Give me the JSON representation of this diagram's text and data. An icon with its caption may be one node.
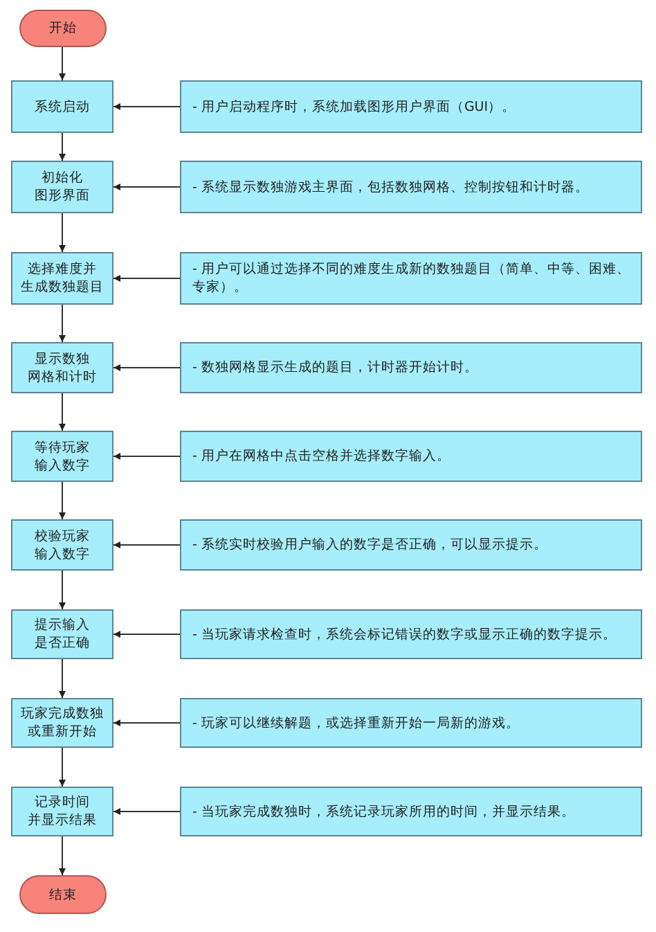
{
  "diagram": {
    "nodes": [
      {
        "text": [
          "开始"
        ]
      },
      {
        "text": [
          "系统启动"
        ]
      },
      {
        "text": [
          "- 用户启动程序时，系统加载图形用户界面（GUI）。"
        ]
      },
      {
        "text": [
          "初始化图形界面"
        ]
      },
      {
        "text": [
          "- 系统显示数独游戏主界面，包括数独网格、控制按钮和计时器。"
        ]
      },
      {
        "text": [
          "选择难度并生成数独题目"
        ]
      },
      {
        "text": [
          "- 用户可以通过选择不同的难度生成新的数独题目（简单、中等、困难、专家）。"
        ]
      },
      {
        "text": [
          "显示数独网格和计时"
        ]
      },
      {
        "text": [
          "- 数独网格显示生成的题目，计时器开始计时。"
        ]
      },
      {
        "text": [
          "等待玩家输入数字"
        ]
      },
      {
        "text": [
          "- 用户在网格中点击空格并选择数字输入。"
        ]
      },
      {
        "text": [
          "校验玩家输入数字"
        ]
      },
      {
        "text": [
          "- 系统实时校验用户输入的数字是否正确，可以显示提示。"
        ]
      },
      {
        "text": [
          "提示输入是否正确"
        ]
      },
      {
        "text": [
          "- 当玩家请求检查时，系统会标记错误的数字或显示正确的数字提示。"
        ]
      },
      {
        "text": [
          "玩家完成数独或重新开始"
        ]
      },
      {
        "text": [
          "- 玩家可以继续解题，或选择重新开始一局新的游戏。"
        ]
      },
      {
        "text": [
          "记录时间并显示结果"
        ]
      },
      {
        "text": [
          "- 当玩家完成数独时，系统记录玩家所用的时间，并显示结果。"
        ]
      },
      {
        "text": [
          "结束"
        ]
      }
    ],
    "edges": [
      {
        "from": 0,
        "to": 1,
        "arrow": "to"
      },
      {
        "from": 2,
        "to": 1,
        "arrow": "to"
      },
      {
        "from": 1,
        "to": 3,
        "arrow": "to"
      },
      {
        "from": 4,
        "to": 3,
        "arrow": "to"
      },
      {
        "from": 3,
        "to": 5,
        "arrow": "to"
      },
      {
        "from": 6,
        "to": 5,
        "arrow": "to"
      },
      {
        "from": 5,
        "to": 7,
        "arrow": "to"
      },
      {
        "from": 8,
        "to": 7,
        "arrow": "to"
      },
      {
        "from": 7,
        "to": 9,
        "arrow": "to"
      },
      {
        "from": 10,
        "to": 9,
        "arrow": "to"
      },
      {
        "from": 9,
        "to": 11,
        "arrow": "to"
      },
      {
        "from": 12,
        "to": 11,
        "arrow": "to"
      },
      {
        "from": 11,
        "to": 13,
        "arrow": "to"
      },
      {
        "from": 14,
        "to": 13,
        "arrow": "to"
      },
      {
        "from": 13,
        "to": 15,
        "arrow": "to"
      },
      {
        "from": 16,
        "to": 15,
        "arrow": "to"
      },
      {
        "from": 15,
        "to": 17,
        "arrow": "to"
      },
      {
        "from": 18,
        "to": 17,
        "arrow": "to"
      },
      {
        "from": 17,
        "to": 19,
        "arrow": "to"
      }
    ]
  }
}
